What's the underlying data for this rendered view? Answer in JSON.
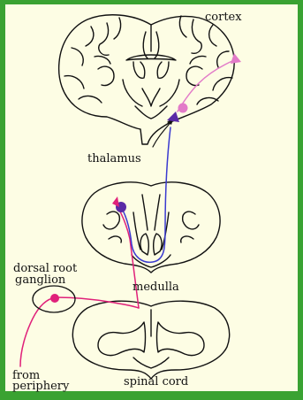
{
  "labels": {
    "cortex": "cortex",
    "thalamus": "thalamus",
    "medulla": "medulla",
    "dorsal_root_ganglion_line1": "dorsal root",
    "dorsal_root_ganglion_line2": "ganglion",
    "from_periphery_line1": "from",
    "from_periphery_line2": "periphery",
    "spinal_cord": "spinal cord"
  },
  "colors": {
    "frame_green": "#3aa232",
    "panel_bg": "#fdfde4",
    "outline": "#111111",
    "pathway_magenta": "#e0217a",
    "pathway_pink": "#e27bc8",
    "pathway_purple": "#5a2aa6",
    "pathway_blue": "#3a3ad0"
  }
}
